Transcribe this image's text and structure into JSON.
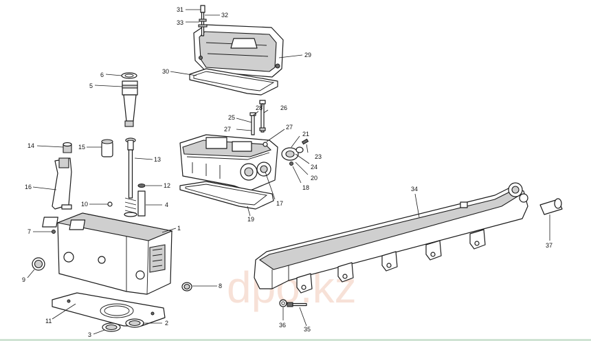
{
  "watermark": "dpo.kz",
  "accent_color": "#f1c9b8",
  "labels": {
    "l1": "1",
    "l2": "2",
    "l3": "3",
    "l4": "4",
    "l5": "5",
    "l6": "6",
    "l7": "7",
    "l8": "8",
    "l9": "9",
    "l10": "10",
    "l11": "11",
    "l12": "12",
    "l13": "13",
    "l14": "14",
    "l15": "15",
    "l16": "16",
    "l17": "17",
    "l18": "18",
    "l19": "19",
    "l20": "20",
    "l21": "21",
    "l23": "23",
    "l24": "24",
    "l25": "25",
    "l26": "26",
    "l27a": "27",
    "l27b": "27",
    "l28": "28",
    "l29": "29",
    "l30": "30",
    "l31": "31",
    "l32": "32",
    "l33": "33",
    "l34": "34",
    "l35": "35",
    "l36": "36",
    "l37": "37"
  }
}
